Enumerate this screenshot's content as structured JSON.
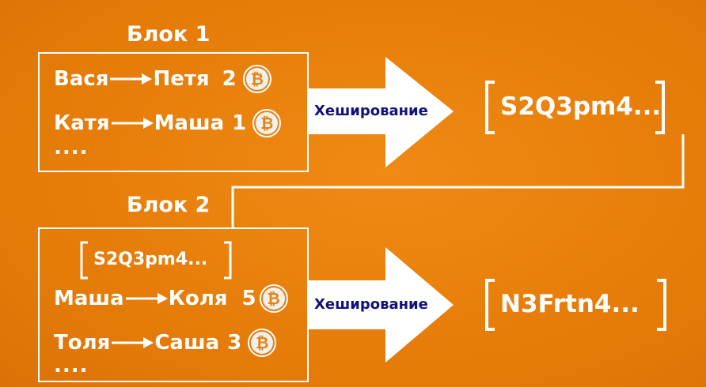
{
  "block1": {
    "title": "Блок 1",
    "tx1": {
      "from": "Вася",
      "to": "Петя",
      "amount": "2"
    },
    "tx2": {
      "from": "Катя",
      "to": "Маша",
      "amount": "1"
    },
    "more": "....",
    "hash_label": "Хеширование",
    "hash": "S2Q3pm4..."
  },
  "block2": {
    "title": "Блок 2",
    "prev_hash": "S2Q3pm4...",
    "tx1": {
      "from": "Маша",
      "to": "Коля",
      "amount": "5"
    },
    "tx2": {
      "from": "Толя",
      "to": "Саша",
      "amount": "3"
    },
    "more": "....",
    "hash_label": "Хеширование",
    "hash": "N3Frtn4..."
  },
  "icons": {
    "coin": "bitcoin-icon",
    "arrow": "arrow-right-icon"
  },
  "colors": {
    "background": "#e87d0a",
    "foreground": "#ffffff",
    "hash_label": "#10107a"
  }
}
